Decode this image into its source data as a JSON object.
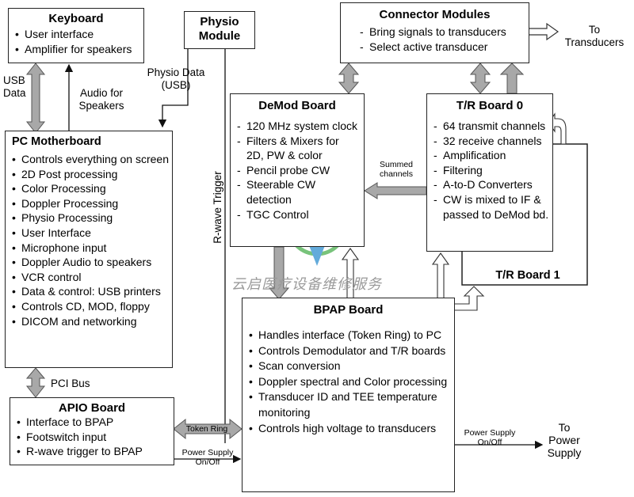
{
  "keyboard": {
    "title": "Keyboard",
    "items": [
      "User interface",
      "Amplifier for speakers"
    ]
  },
  "physio": {
    "title_line1": "Physio",
    "title_line2": "Module"
  },
  "connector": {
    "title": "Connector Modules",
    "items": [
      "Bring signals to transducers",
      "Select active transducer"
    ]
  },
  "pc": {
    "title": "PC Motherboard",
    "items": [
      "Controls everything on screen",
      "2D Post processing",
      "Color Processing",
      "Doppler Processing",
      "Physio Processing",
      "User Interface",
      "Microphone input",
      "Doppler Audio to speakers",
      "VCR control",
      "Data & control: USB printers",
      "Controls CD, MOD, floppy",
      "DICOM and networking"
    ]
  },
  "demod": {
    "title": "DeMod Board",
    "items": [
      "120 MHz system clock",
      "Filters & Mixers for 2D, PW & color",
      "Pencil probe CW",
      "Steerable CW detection",
      "TGC Control"
    ]
  },
  "tr0": {
    "title": "T/R Board 0",
    "items": [
      "64 transmit channels",
      "32 receive channels",
      "Amplification",
      "Filtering",
      "A-to-D Converters",
      "CW is mixed to IF & passed to DeMod bd."
    ]
  },
  "tr1": {
    "title": "T/R Board 1"
  },
  "bpap": {
    "title": "BPAP Board",
    "items": [
      "Handles interface (Token Ring) to PC",
      "Controls Demodulator and T/R boards",
      "Scan conversion",
      "Doppler spectral and Color processing",
      "Transducer ID and TEE temperature monitoring",
      "Controls high voltage to transducers"
    ]
  },
  "apio": {
    "title": "APIO Board",
    "items": [
      "Interface to BPAP",
      "Footswitch input",
      "R-wave trigger to BPAP"
    ]
  },
  "labels": {
    "usb_data_1": "USB",
    "usb_data_2": "Data",
    "audio_1": "Audio for",
    "audio_2": "Speakers",
    "physio_data_1": "Physio Data",
    "physio_data_2": "(USB)",
    "rwave": "R-wave Trigger",
    "pci_bus": "PCI Bus",
    "token_ring": "Token Ring",
    "summed_1": "Summed",
    "summed_2": "channels",
    "to_transducers_1": "To",
    "to_transducers_2": "Transducers",
    "ps_left_1": "Power Supply",
    "ps_left_2": "On/Off",
    "ps_right_1": "Power Supply",
    "ps_right_2": "On/Off",
    "to_power_1": "To",
    "to_power_2": "Power",
    "to_power_3": "Supply"
  },
  "watermark": {
    "text": "云启医疗设备维修服务"
  },
  "colors": {
    "arrow_fill": "#a8a8a8",
    "arrow_dark": "#888888",
    "border": "#222222",
    "watermark_green": "#4caf50",
    "watermark_blue": "#2f8fd0"
  }
}
